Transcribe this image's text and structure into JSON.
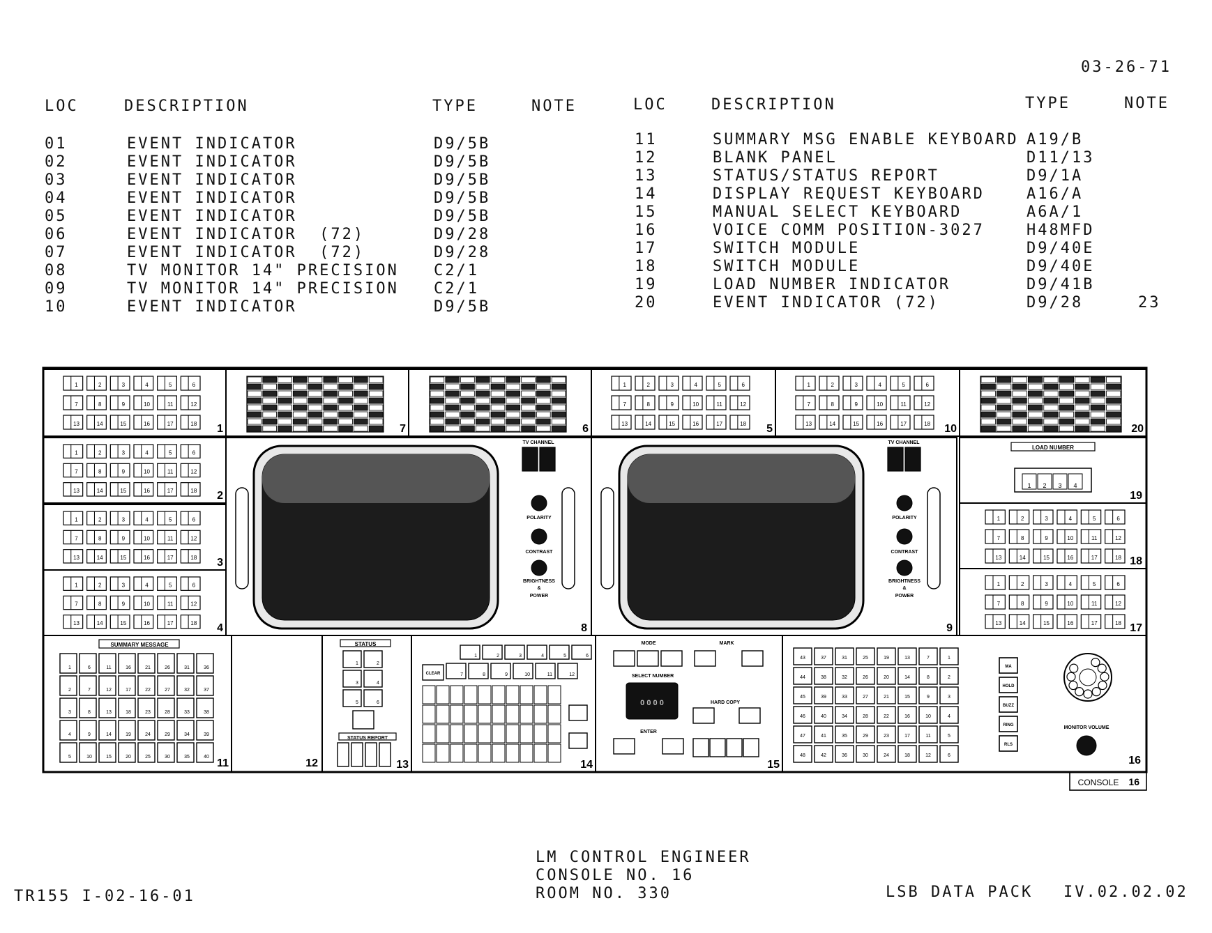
{
  "date": "03-26-71",
  "table_headers": {
    "loc": "LOC",
    "description": "DESCRIPTION",
    "type": "TYPE",
    "note": "NOTE"
  },
  "left_rows": [
    {
      "loc": "01",
      "desc": "EVENT INDICATOR",
      "type": "D9/5B",
      "note": ""
    },
    {
      "loc": "02",
      "desc": "EVENT INDICATOR",
      "type": "D9/5B",
      "note": ""
    },
    {
      "loc": "03",
      "desc": "EVENT INDICATOR",
      "type": "D9/5B",
      "note": ""
    },
    {
      "loc": "04",
      "desc": "EVENT INDICATOR",
      "type": "D9/5B",
      "note": ""
    },
    {
      "loc": "05",
      "desc": "EVENT INDICATOR",
      "type": "D9/5B",
      "note": ""
    },
    {
      "loc": "06",
      "desc": "EVENT INDICATOR  (72)",
      "type": "D9/28",
      "note": ""
    },
    {
      "loc": "07",
      "desc": "EVENT INDICATOR  (72)",
      "type": "D9/28",
      "note": ""
    },
    {
      "loc": "08",
      "desc": "TV MONITOR 14\" PRECISION",
      "type": "C2/1",
      "note": ""
    },
    {
      "loc": "09",
      "desc": "TV MONITOR 14\" PRECISION",
      "type": "C2/1",
      "note": ""
    },
    {
      "loc": "10",
      "desc": "EVENT INDICATOR",
      "type": "D9/5B",
      "note": ""
    }
  ],
  "right_rows": [
    {
      "loc": "11",
      "desc": "SUMMARY MSG ENABLE KEYBOARD",
      "type": "A19/B",
      "note": ""
    },
    {
      "loc": "12",
      "desc": "BLANK PANEL",
      "type": "D11/13",
      "note": ""
    },
    {
      "loc": "13",
      "desc": "STATUS/STATUS REPORT",
      "type": "D9/1A",
      "note": ""
    },
    {
      "loc": "14",
      "desc": "DISPLAY REQUEST KEYBOARD",
      "type": "A16/A",
      "note": ""
    },
    {
      "loc": "15",
      "desc": "MANUAL SELECT KEYBOARD",
      "type": "A6A/1",
      "note": ""
    },
    {
      "loc": "16",
      "desc": "VOICE COMM POSITION-3027",
      "type": "H48MFD",
      "note": ""
    },
    {
      "loc": "17",
      "desc": "SWITCH MODULE",
      "type": "D9/40E",
      "note": ""
    },
    {
      "loc": "18",
      "desc": "SWITCH MODULE",
      "type": "D9/40E",
      "note": ""
    },
    {
      "loc": "19",
      "desc": "LOAD NUMBER INDICATOR",
      "type": "D9/41B",
      "note": ""
    },
    {
      "loc": "20",
      "desc": "EVENT INDICATOR (72)",
      "type": "D9/28",
      "note": "23"
    }
  ],
  "panel_labels": {
    "tv_channel": "TV CHANNEL",
    "polarity": "POLARITY",
    "contrast": "CONTRAST",
    "brightness": "BRIGHTNESS",
    "amp": "&",
    "power": "POWER",
    "load_number": "LOAD NUMBER",
    "summary_message": "SUMMARY MESSAGE",
    "status": "STATUS",
    "status_report": "STATUS REPORT",
    "mode": "MODE",
    "mark": "MARK",
    "select_number": "SELECT NUMBER",
    "hard_copy": "HARD COPY",
    "enter": "ENTER",
    "clear": "CLEAR",
    "monitor_volume": "MONITOR VOLUME",
    "console": "CONSOLE",
    "console_no": "16",
    "comm_buttons": [
      "MA",
      "HOLD",
      "BUZZ",
      "RING",
      "RLS"
    ],
    "load_digits": [
      "1",
      "2",
      "3",
      "4"
    ]
  },
  "footer": {
    "title_line1": "LM CONTROL ENGINEER",
    "title_line2": "CONSOLE NO. 16",
    "title_line3": "ROOM NO. 330",
    "doc_id": "TR155 I-02-16-01",
    "data_pack": "LSB DATA PACK",
    "pack_no": "IV.02.02.02"
  }
}
